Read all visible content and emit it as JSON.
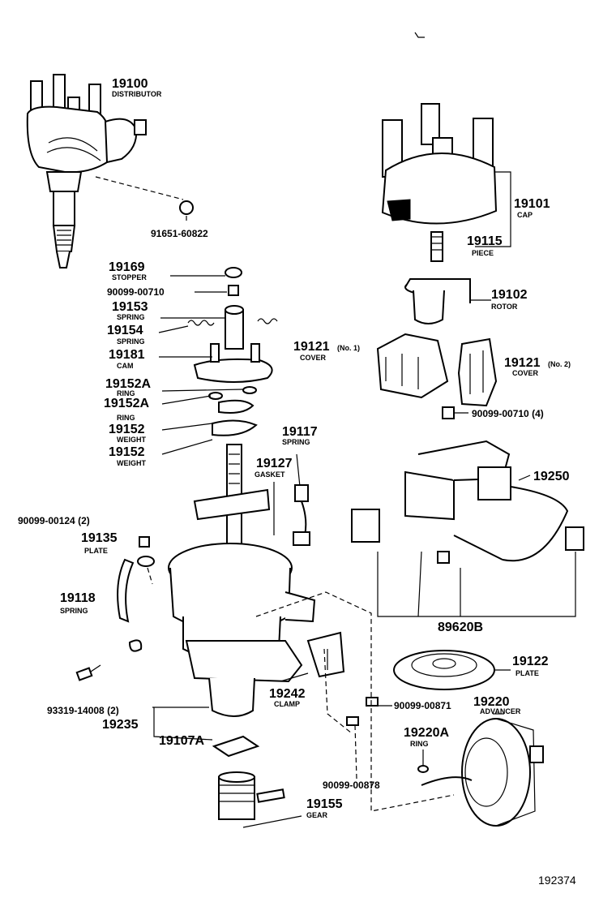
{
  "figure_number": "192374",
  "parts": {
    "p19100": {
      "number": "19100",
      "name": "DISTRIBUTOR"
    },
    "p9165160822": {
      "number": "91651-60822"
    },
    "p19169": {
      "number": "19169",
      "name": "STOPPER"
    },
    "p9009900710a": {
      "number": "90099-00710"
    },
    "p19153": {
      "number": "19153",
      "name": "SPRING"
    },
    "p19154": {
      "number": "19154",
      "name": "SPRING"
    },
    "p19181": {
      "number": "19181",
      "name": "CAM"
    },
    "p19152Aa": {
      "number": "19152A",
      "name": "RING"
    },
    "p19152Ab": {
      "number": "19152A",
      "name": "RING"
    },
    "p19152a": {
      "number": "19152",
      "name": "WEIGHT"
    },
    "p19152b": {
      "number": "19152",
      "name": "WEIGHT"
    },
    "p19117": {
      "number": "19117",
      "name": "SPRING"
    },
    "p19127": {
      "number": "19127",
      "name": "GASKET"
    },
    "p9009900124": {
      "number": "90099-00124 (2)"
    },
    "p19135": {
      "number": "19135",
      "name": "PLATE"
    },
    "p19118": {
      "number": "19118",
      "name": "SPRING"
    },
    "p9331914008": {
      "number": "93319-14008 (2)"
    },
    "p19235": {
      "number": "19235"
    },
    "p19107A": {
      "number": "19107A"
    },
    "p19242": {
      "number": "19242",
      "name": "CLAMP"
    },
    "p9009900871": {
      "number": "90099-00871"
    },
    "p9009900878": {
      "number": "90099-00878"
    },
    "p19155": {
      "number": "19155",
      "name": "GEAR"
    },
    "p19101": {
      "number": "19101",
      "name": "CAP"
    },
    "p19115": {
      "number": "19115",
      "name": "PIECE"
    },
    "p19102": {
      "number": "19102",
      "name": "ROTOR"
    },
    "p19121a": {
      "number": "19121",
      "suffix": "(No. 1)",
      "name": "COVER"
    },
    "p19121b": {
      "number": "19121",
      "suffix": "(No. 2)",
      "name": "COVER"
    },
    "p9009900710b": {
      "number": "90099-00710 (4)"
    },
    "p19250": {
      "number": "19250"
    },
    "p89620B": {
      "number": "89620B"
    },
    "p19122": {
      "number": "19122",
      "name": "PLATE"
    },
    "p19220": {
      "number": "19220",
      "name": "ADVANCER"
    },
    "p19220A": {
      "number": "19220A",
      "name": "RING"
    }
  }
}
